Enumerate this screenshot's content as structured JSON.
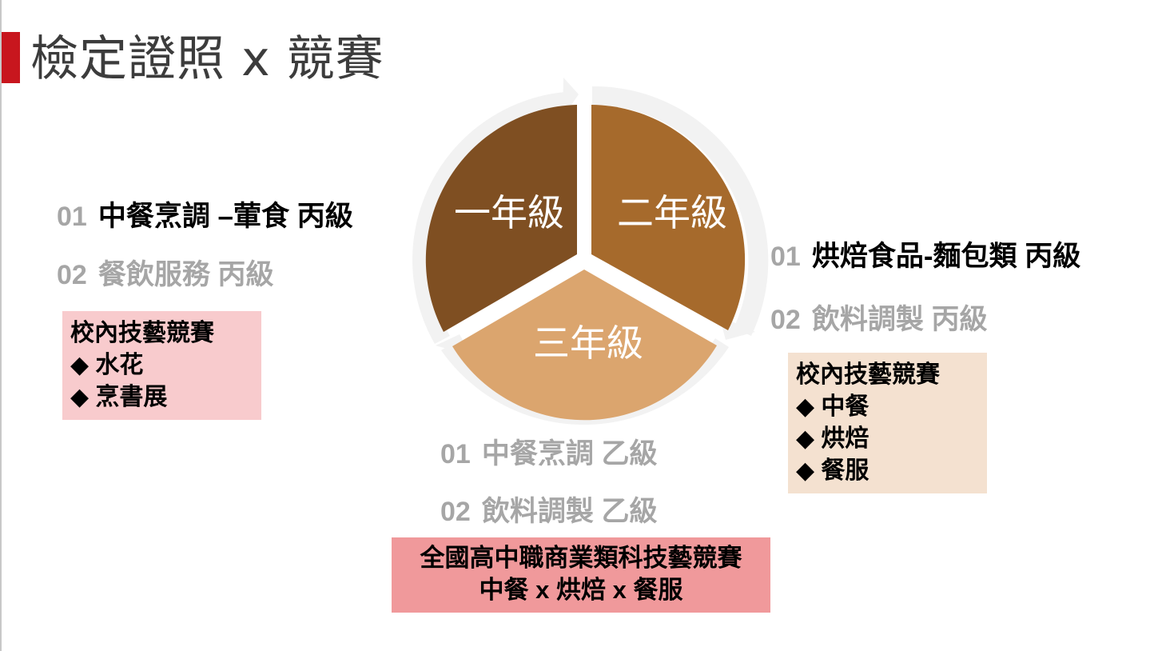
{
  "slide": {
    "title": "檢定證照 x 競賽",
    "accent_color": "#c8161e"
  },
  "cycle_diagram": {
    "segments": [
      {
        "label": "一年級",
        "color": "#7f4f22"
      },
      {
        "label": "二年級",
        "color": "#a66a2c"
      },
      {
        "label": "三年級",
        "color": "#dba56e"
      }
    ],
    "ring_color": "#f2f2f2"
  },
  "year1": {
    "certs": [
      {
        "num": "01",
        "text": "中餐烹調 –葷食   丙級",
        "active": true
      },
      {
        "num": "02",
        "text": "餐飲服務   丙級",
        "active": false
      }
    ],
    "competition": {
      "title": "校內技藝競賽",
      "items": [
        "◆ 水花",
        "◆ 烹書展"
      ]
    }
  },
  "year2": {
    "certs": [
      {
        "num": "01",
        "text": "烘焙食品-麵包類  丙級",
        "active": true
      },
      {
        "num": "02",
        "text": "飲料調製  丙級",
        "active": false
      }
    ],
    "competition": {
      "title": "校內技藝競賽",
      "items": [
        "◆ 中餐",
        "◆ 烘焙",
        "◆ 餐服"
      ]
    }
  },
  "year3": {
    "certs": [
      {
        "num": "01",
        "text": "中餐烹調 乙級",
        "active": false
      },
      {
        "num": "02",
        "text": "飲料調製 乙級",
        "active": false
      }
    ],
    "competition": {
      "title": "全國高中職商業類科技藝競賽",
      "subtitle": "中餐 x 烘焙 x 餐服"
    }
  }
}
